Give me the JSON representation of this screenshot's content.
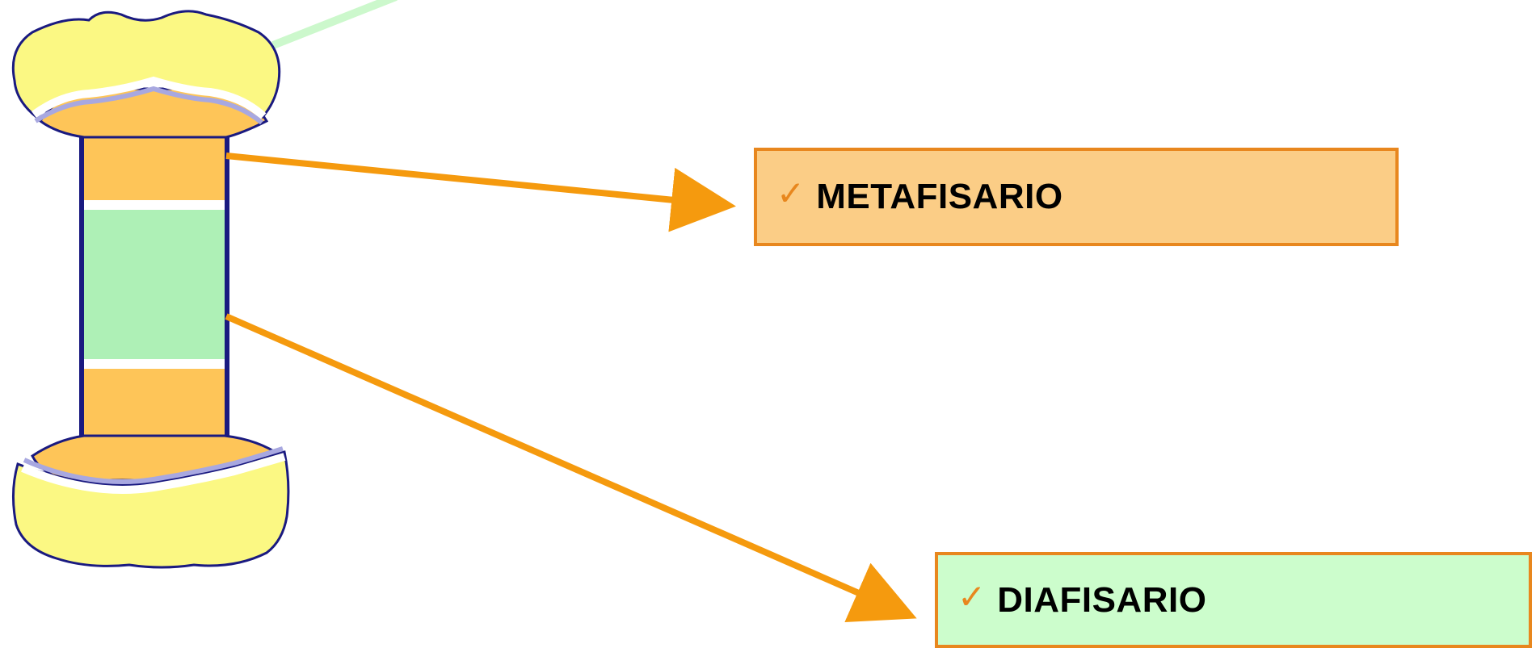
{
  "diagram": {
    "labels": [
      {
        "id": "metafisario",
        "text": "METAFISARIO",
        "bullet": "✓"
      },
      {
        "id": "diafisario",
        "text": "DIAFISARIO",
        "bullet": "✓"
      }
    ],
    "colors": {
      "arrow": "#f59a0e",
      "epiphysis": "#fbf883",
      "metaphysis": "#fec558",
      "diaphysis": "#aef0b6",
      "outline": "#1a1a80",
      "box_border": "#e8871e",
      "box_metafisario_fill": "#fbcd86",
      "box_diafisario_fill": "#ccfdcc",
      "faded_line": "#ccf8cc"
    }
  }
}
